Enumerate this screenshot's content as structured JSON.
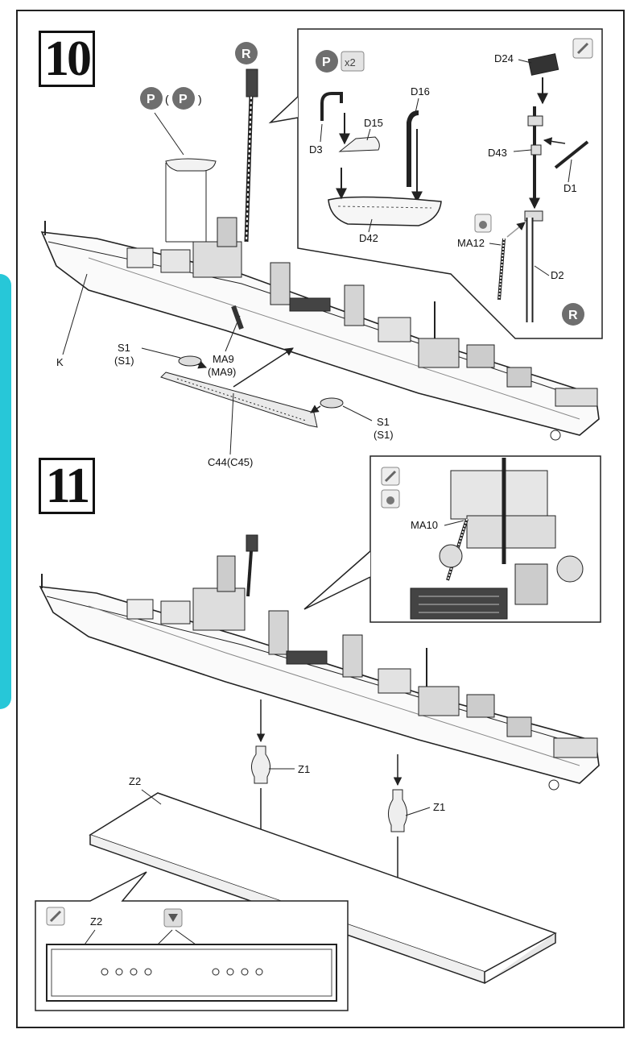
{
  "steps": [
    {
      "number": "10"
    },
    {
      "number": "11"
    }
  ],
  "badges": {
    "P": "P",
    "R": "R",
    "open_paren": "(",
    "close_paren": ")",
    "x2": "x2"
  },
  "step10": {
    "labels": {
      "K": "K",
      "S1_left": "S1",
      "S1_left_alt": "(S1)",
      "MA9": "MA9",
      "MA9_alt": "(MA9)",
      "C44": "C44(C45)",
      "S1_right": "S1",
      "S1_right_alt": "(S1)"
    },
    "inset": {
      "D24": "D24",
      "D43": "D43",
      "D1": "D1",
      "D16": "D16",
      "D15": "D15",
      "D3": "D3",
      "D42": "D42",
      "MA12": "MA12",
      "D2": "D2"
    }
  },
  "step11": {
    "labels": {
      "MA10": "MA10",
      "Z1_left": "Z1",
      "Z1_right": "Z1",
      "Z2": "Z2",
      "Z2_inset": "Z2"
    }
  },
  "colors": {
    "line": "#222222",
    "badge": "#6e6e6e",
    "accent": "#27c7d8"
  }
}
